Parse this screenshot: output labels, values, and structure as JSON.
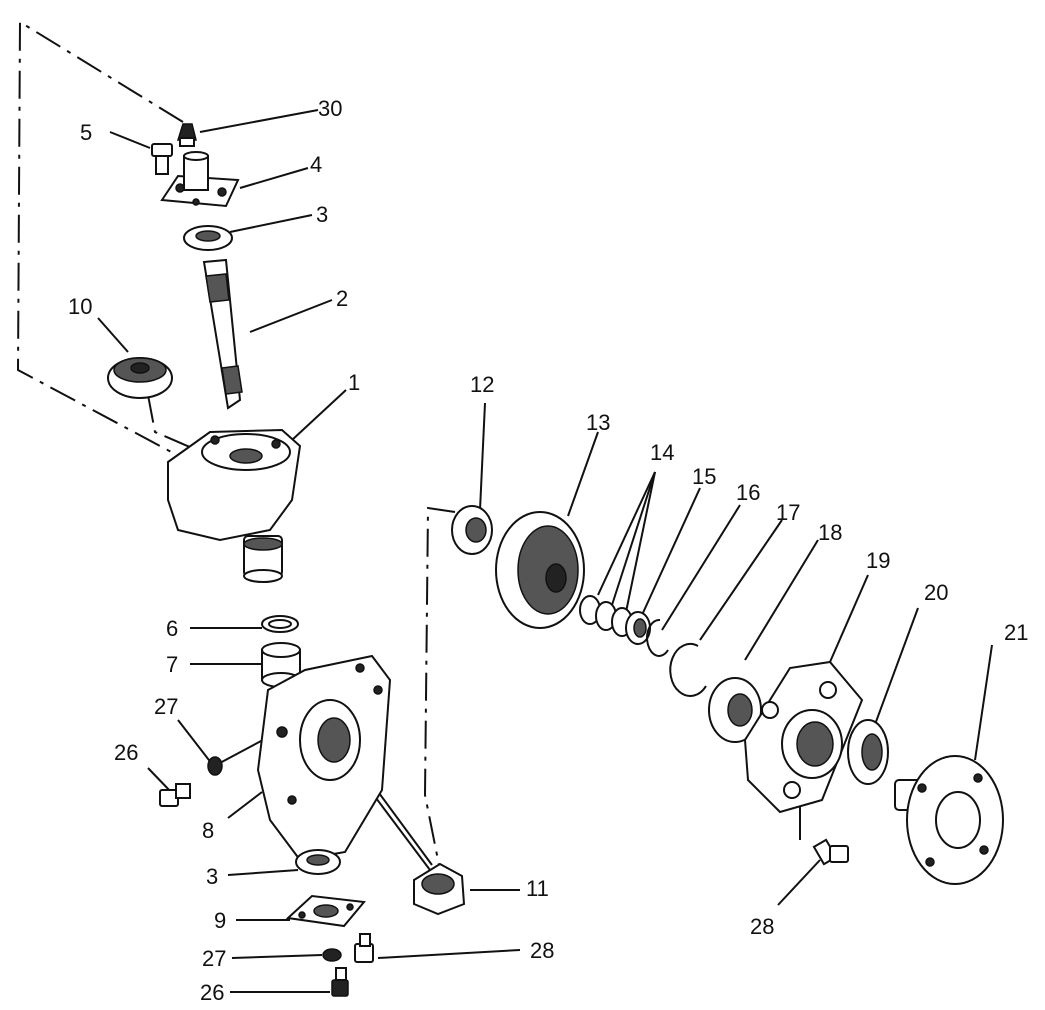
{
  "diagram": {
    "callouts": [
      {
        "id": "callout-30",
        "text": "30"
      },
      {
        "id": "callout-5",
        "text": "5"
      },
      {
        "id": "callout-4",
        "text": "4"
      },
      {
        "id": "callout-3-top",
        "text": "3"
      },
      {
        "id": "callout-2",
        "text": "2"
      },
      {
        "id": "callout-10",
        "text": "10"
      },
      {
        "id": "callout-1",
        "text": "1"
      },
      {
        "id": "callout-12",
        "text": "12"
      },
      {
        "id": "callout-13",
        "text": "13"
      },
      {
        "id": "callout-14",
        "text": "14"
      },
      {
        "id": "callout-15",
        "text": "15"
      },
      {
        "id": "callout-16",
        "text": "16"
      },
      {
        "id": "callout-17",
        "text": "17"
      },
      {
        "id": "callout-18",
        "text": "18"
      },
      {
        "id": "callout-19",
        "text": "19"
      },
      {
        "id": "callout-20",
        "text": "20"
      },
      {
        "id": "callout-21",
        "text": "21"
      },
      {
        "id": "callout-6",
        "text": "6"
      },
      {
        "id": "callout-7",
        "text": "7"
      },
      {
        "id": "callout-27-upper",
        "text": "27"
      },
      {
        "id": "callout-26-upper",
        "text": "26"
      },
      {
        "id": "callout-8",
        "text": "8"
      },
      {
        "id": "callout-3-bottom",
        "text": "3"
      },
      {
        "id": "callout-11",
        "text": "11"
      },
      {
        "id": "callout-9",
        "text": "9"
      },
      {
        "id": "callout-27-lower",
        "text": "27"
      },
      {
        "id": "callout-28-lower",
        "text": "28"
      },
      {
        "id": "callout-26-lower",
        "text": "26"
      },
      {
        "id": "callout-28-right",
        "text": "28"
      }
    ]
  }
}
